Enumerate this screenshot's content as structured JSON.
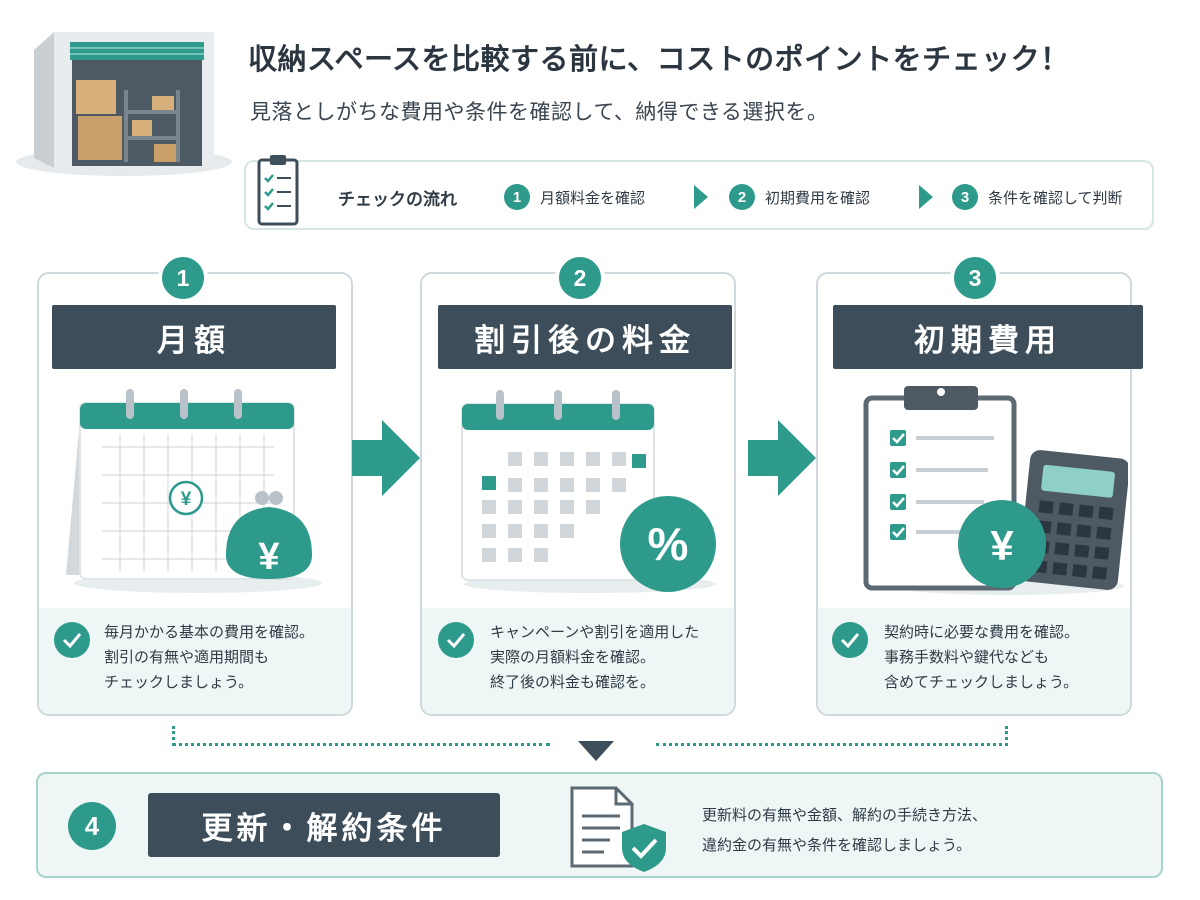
{
  "header": {
    "title": "収納スペースを比較する前に、コストのポイントをチェック！",
    "subtitle": "見落としがちな費用や条件を確認して、納得できる選択を。"
  },
  "flow": {
    "label": "チェックの流れ",
    "steps": [
      {
        "num": "1",
        "label": "月額料金を確認"
      },
      {
        "num": "2",
        "label": "初期費用を確認"
      },
      {
        "num": "3",
        "label": "条件を確認して判断"
      }
    ]
  },
  "cards": [
    {
      "num": "1",
      "title": "月額",
      "icon": "calendar-yen-purse-icon",
      "symbol": "¥",
      "lines": [
        "毎月かかる基本の費用を確認。",
        "割引の有無や適用期間も",
        "チェックしましょう。"
      ]
    },
    {
      "num": "2",
      "title": "割引後の料金",
      "icon": "calendar-percent-icon",
      "symbol": "%",
      "lines": [
        "キャンペーンや割引を適用した",
        "実際の月額料金を確認。",
        "終了後の料金も確認を。"
      ]
    },
    {
      "num": "3",
      "title": "初期費用",
      "icon": "clipboard-calculator-icon",
      "symbol": "¥",
      "lines": [
        "契約時に必要な費用を確認。",
        "事務手数料や鍵代なども",
        "含めてチェックしましょう。"
      ]
    }
  ],
  "bottom": {
    "num": "4",
    "title": "更新・解約条件",
    "icon": "document-shield-icon",
    "lines": [
      "更新料の有無や金額、解約の手続き方法、",
      "違約金の有無や条件を確認しましょう。"
    ]
  },
  "colors": {
    "accent": "#2e9a8c",
    "dark": "#3d4e5a",
    "panel": "#eef7f5"
  }
}
